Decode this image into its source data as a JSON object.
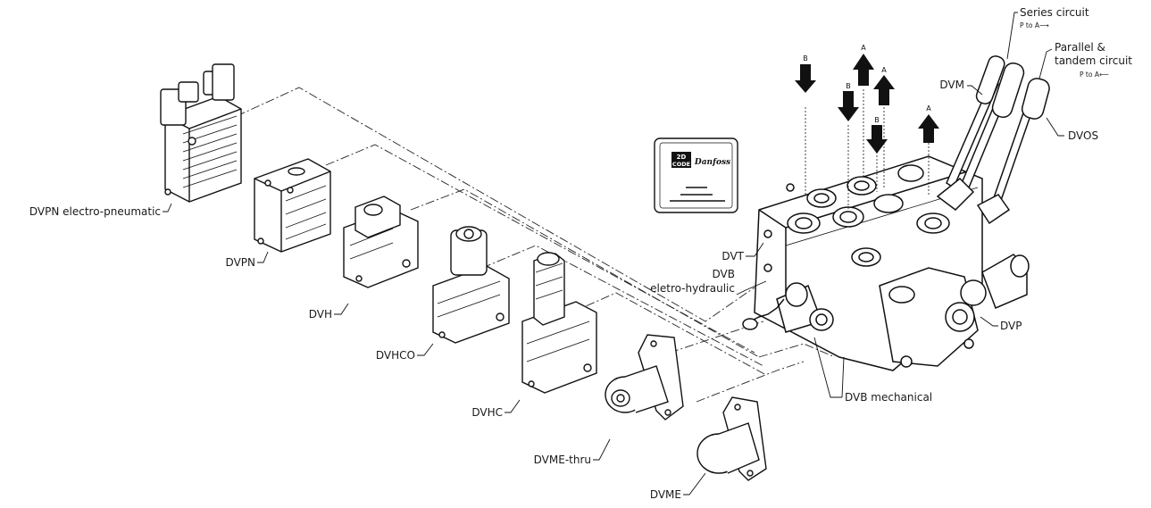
{
  "labels": {
    "series_circuit": "Series circuit",
    "series_sub": "P to A⟶",
    "parallel_line1": "Parallel &",
    "parallel_line2": "tandem circuit",
    "parallel_sub": "P to A⟵",
    "dvm": "DVM",
    "dvos": "DVOS",
    "dvpn_ep": "DVPN electro-pneumatic",
    "dvpn": "DVPN",
    "dvh": "DVH",
    "dvhco": "DVHCO",
    "dvhc": "DVHC",
    "dvme_thru": "DVME-thru",
    "dvme": "DVME",
    "dvt": "DVT",
    "dvb_eh_line1": "DVB",
    "dvb_eh_line2": "eletro-hydraulic",
    "dvp": "DVP",
    "dvb_mech": "DVB mechanical"
  },
  "ports": {
    "b1": "B",
    "a1": "A",
    "b2": "B",
    "a2": "A",
    "b3": "B",
    "a3": "A"
  },
  "plate": {
    "code_line1": "2D",
    "code_line2": "CODE",
    "brand": "Danfoss"
  }
}
